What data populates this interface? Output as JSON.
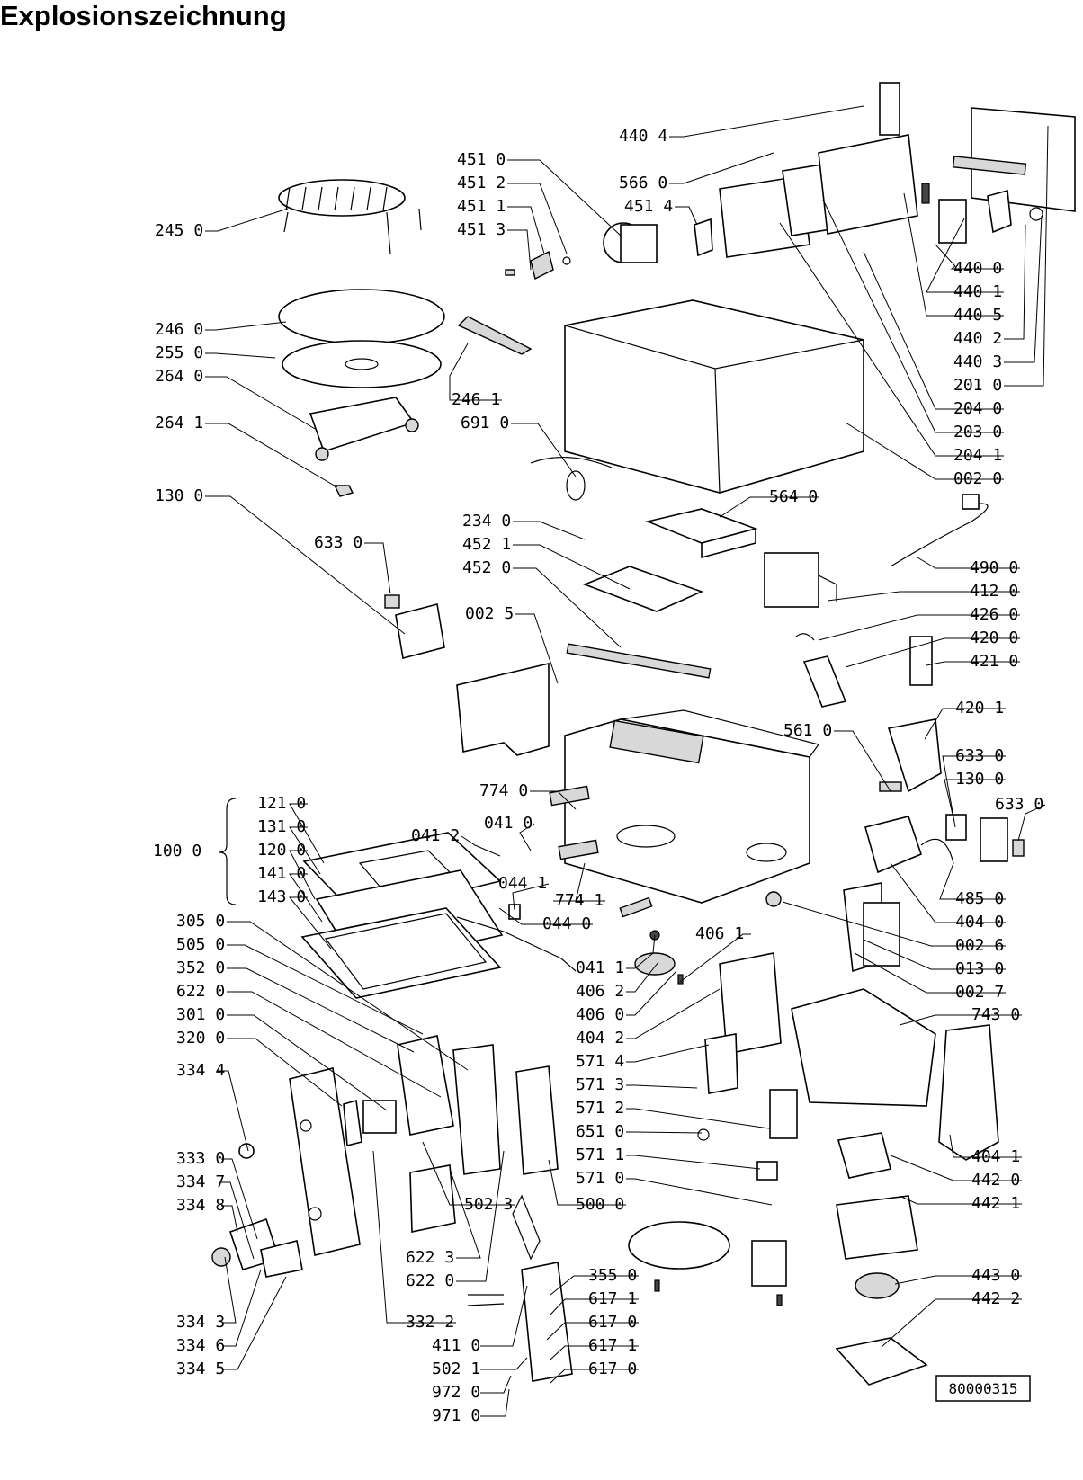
{
  "title": "Explosionszeichnung",
  "document_number": "80000315",
  "labels": [
    {
      "id": "l-440-4",
      "text": "440 4"
    },
    {
      "id": "l-451-0",
      "text": "451 0"
    },
    {
      "id": "l-451-2",
      "text": "451 2"
    },
    {
      "id": "l-451-1",
      "text": "451 1"
    },
    {
      "id": "l-451-3",
      "text": "451 3"
    },
    {
      "id": "l-566-0",
      "text": "566 0"
    },
    {
      "id": "l-451-4",
      "text": "451 4"
    },
    {
      "id": "l-245-0",
      "text": "245 0"
    },
    {
      "id": "l-440-0",
      "text": "440 0"
    },
    {
      "id": "l-440-1",
      "text": "440 1"
    },
    {
      "id": "l-440-5",
      "text": "440 5"
    },
    {
      "id": "l-440-2",
      "text": "440 2"
    },
    {
      "id": "l-440-3",
      "text": "440 3"
    },
    {
      "id": "l-201-0",
      "text": "201 0"
    },
    {
      "id": "l-246-0",
      "text": "246 0"
    },
    {
      "id": "l-255-0",
      "text": "255 0"
    },
    {
      "id": "l-264-0",
      "text": "264 0"
    },
    {
      "id": "l-246-1",
      "text": "246 1"
    },
    {
      "id": "l-204-0",
      "text": "204 0"
    },
    {
      "id": "l-264-1",
      "text": "264 1"
    },
    {
      "id": "l-691-0",
      "text": "691 0"
    },
    {
      "id": "l-203-0",
      "text": "203 0"
    },
    {
      "id": "l-204-1",
      "text": "204 1"
    },
    {
      "id": "l-002-0",
      "text": "002 0"
    },
    {
      "id": "l-130-0",
      "text": "130 0"
    },
    {
      "id": "l-564-0",
      "text": "564 0"
    },
    {
      "id": "l-234-0",
      "text": "234 0"
    },
    {
      "id": "l-633-0a",
      "text": "633 0"
    },
    {
      "id": "l-452-1",
      "text": "452 1"
    },
    {
      "id": "l-490-0",
      "text": "490 0"
    },
    {
      "id": "l-452-0",
      "text": "452 0"
    },
    {
      "id": "l-412-0",
      "text": "412 0"
    },
    {
      "id": "l-002-5",
      "text": "002 5"
    },
    {
      "id": "l-426-0",
      "text": "426 0"
    },
    {
      "id": "l-420-0",
      "text": "420 0"
    },
    {
      "id": "l-421-0",
      "text": "421 0"
    },
    {
      "id": "l-561-0",
      "text": "561 0"
    },
    {
      "id": "l-420-1",
      "text": "420 1"
    },
    {
      "id": "l-633-0b",
      "text": "633 0"
    },
    {
      "id": "l-130-0b",
      "text": "130 0"
    },
    {
      "id": "l-633-0c",
      "text": "633 0"
    },
    {
      "id": "l-774-0",
      "text": "774 0"
    },
    {
      "id": "l-121-0",
      "text": "121 0"
    },
    {
      "id": "l-041-0",
      "text": "041 0"
    },
    {
      "id": "l-131-0",
      "text": "131 0"
    },
    {
      "id": "l-041-2",
      "text": "041 2"
    },
    {
      "id": "l-100-0",
      "text": "100 0"
    },
    {
      "id": "l-120-0",
      "text": "120 0"
    },
    {
      "id": "l-141-0",
      "text": "141 0"
    },
    {
      "id": "l-044-1",
      "text": "044 1"
    },
    {
      "id": "l-774-1",
      "text": "774 1"
    },
    {
      "id": "l-485-0",
      "text": "485 0"
    },
    {
      "id": "l-143-0",
      "text": "143 0"
    },
    {
      "id": "l-044-0",
      "text": "044 0"
    },
    {
      "id": "l-404-0",
      "text": "404 0"
    },
    {
      "id": "l-305-0",
      "text": "305 0"
    },
    {
      "id": "l-406-1",
      "text": "406 1"
    },
    {
      "id": "l-002-6",
      "text": "002 6"
    },
    {
      "id": "l-505-0",
      "text": "505 0"
    },
    {
      "id": "l-041-1",
      "text": "041 1"
    },
    {
      "id": "l-013-0",
      "text": "013 0"
    },
    {
      "id": "l-352-0",
      "text": "352 0"
    },
    {
      "id": "l-406-2",
      "text": "406 2"
    },
    {
      "id": "l-002-7",
      "text": "002 7"
    },
    {
      "id": "l-622-0",
      "text": "622 0"
    },
    {
      "id": "l-406-0",
      "text": "406 0"
    },
    {
      "id": "l-743-0",
      "text": "743 0"
    },
    {
      "id": "l-301-0",
      "text": "301 0"
    },
    {
      "id": "l-404-2",
      "text": "404 2"
    },
    {
      "id": "l-320-0",
      "text": "320 0"
    },
    {
      "id": "l-571-4",
      "text": "571 4"
    },
    {
      "id": "l-334-4",
      "text": "334 4"
    },
    {
      "id": "l-571-3",
      "text": "571 3"
    },
    {
      "id": "l-571-2",
      "text": "571 2"
    },
    {
      "id": "l-651-0",
      "text": "651 0"
    },
    {
      "id": "l-333-0",
      "text": "333 0"
    },
    {
      "id": "l-404-1",
      "text": "404 1"
    },
    {
      "id": "l-571-1",
      "text": "571 1"
    },
    {
      "id": "l-334-7",
      "text": "334 7"
    },
    {
      "id": "l-442-0",
      "text": "442 0"
    },
    {
      "id": "l-571-0",
      "text": "571 0"
    },
    {
      "id": "l-502-3",
      "text": "502 3"
    },
    {
      "id": "l-500-0",
      "text": "500 0"
    },
    {
      "id": "l-334-8",
      "text": "334 8"
    },
    {
      "id": "l-442-1",
      "text": "442 1"
    },
    {
      "id": "l-622-3",
      "text": "622 3"
    },
    {
      "id": "l-355-0",
      "text": "355 0"
    },
    {
      "id": "l-443-0",
      "text": "443 0"
    },
    {
      "id": "l-622-0b",
      "text": "622 0"
    },
    {
      "id": "l-617-1a",
      "text": "617 1"
    },
    {
      "id": "l-442-2",
      "text": "442 2"
    },
    {
      "id": "l-334-3",
      "text": "334 3"
    },
    {
      "id": "l-332-2",
      "text": "332 2"
    },
    {
      "id": "l-617-0a",
      "text": "617 0"
    },
    {
      "id": "l-334-6",
      "text": "334 6"
    },
    {
      "id": "l-411-0",
      "text": "411 0"
    },
    {
      "id": "l-617-1b",
      "text": "617 1"
    },
    {
      "id": "l-502-1",
      "text": "502 1"
    },
    {
      "id": "l-334-5",
      "text": "334 5"
    },
    {
      "id": "l-617-0b",
      "text": "617 0"
    },
    {
      "id": "l-972-0",
      "text": "972 0"
    },
    {
      "id": "l-971-0",
      "text": "971 0"
    }
  ]
}
